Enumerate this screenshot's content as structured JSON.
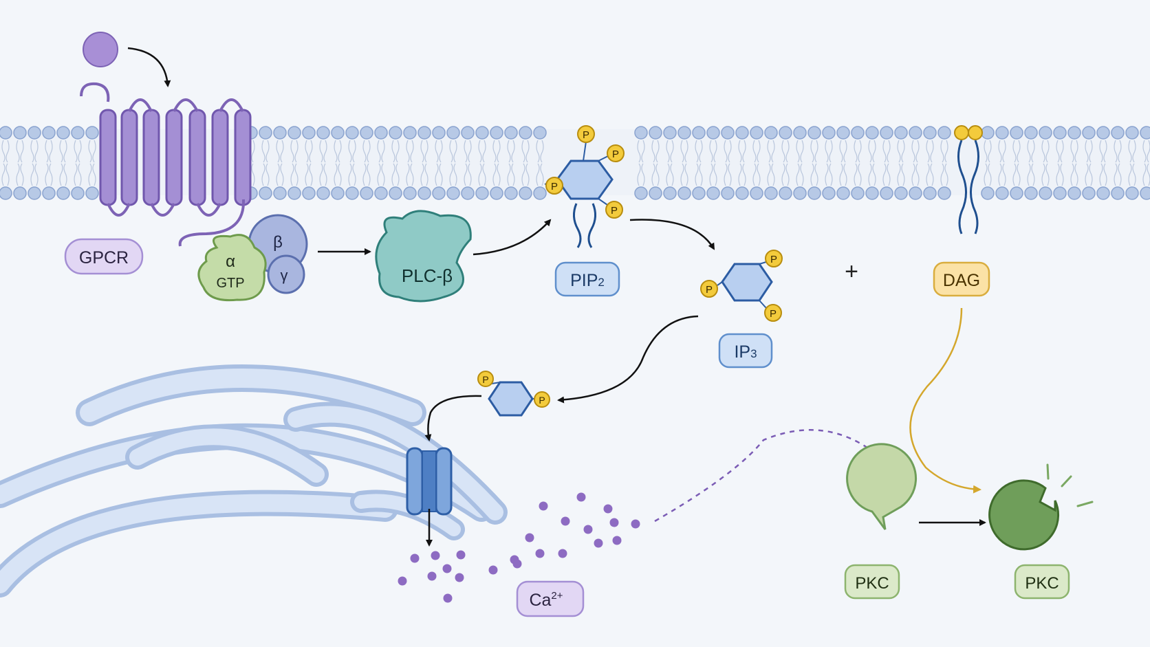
{
  "labels": {
    "gpcr": "GPCR",
    "alpha": "α",
    "gtp": "GTP",
    "beta": "β",
    "gamma": "γ",
    "plc": "PLC-β",
    "pip2_main": "PIP",
    "pip2_sub": "2",
    "ip3_main": "IP",
    "ip3_sub": "3",
    "plus": "+",
    "dag": "DAG",
    "ca_main": "Ca",
    "ca_sup": "2+",
    "pkc_inactive": "PKC",
    "pkc_active": "PKC",
    "phosphate": "P"
  },
  "colors": {
    "background": "#f3f6fa",
    "membrane_head": "#b7c9e6",
    "gpcr": "#a48fd4",
    "g_alpha": "#c3dca4",
    "g_beta_gamma": "#a6b4dc",
    "plc": "#8fcac6",
    "pip2": "#bcd2f0",
    "phosphate": "#f3cb3c",
    "dag": "#f4d68c",
    "calcium": "#8d6bc2",
    "er": "#c7d7f0",
    "pkc_inactive": "#c4d8a8",
    "pkc_active": "#6f9e5a"
  }
}
